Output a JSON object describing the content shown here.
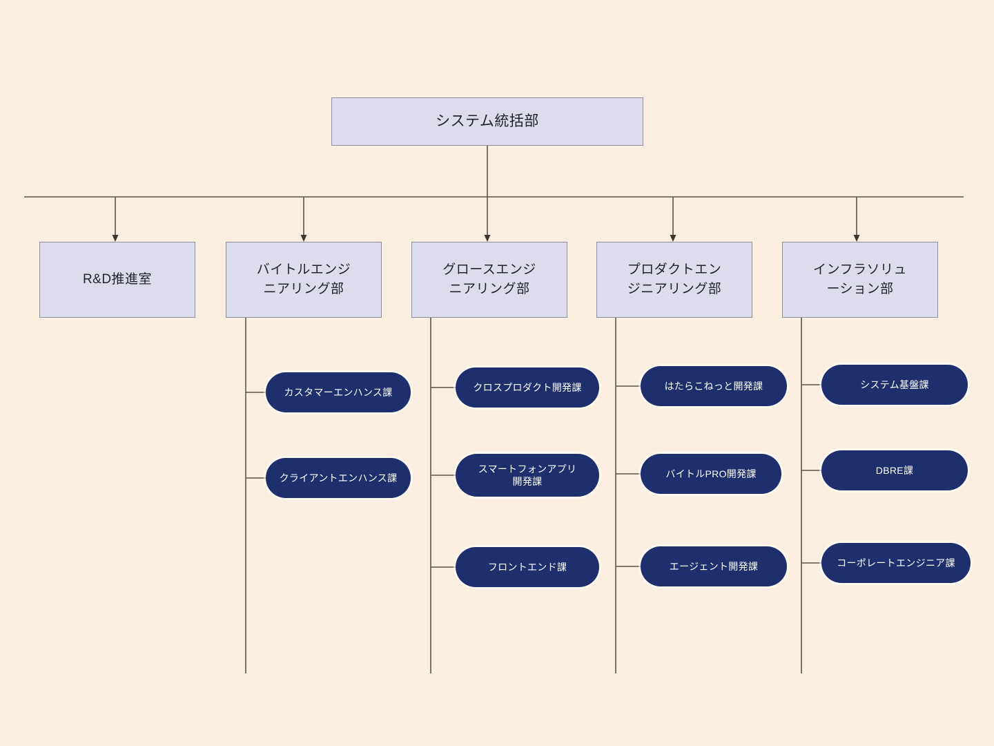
{
  "diagram": {
    "title_text": "システム統括部",
    "background_color": "#faefe0",
    "dept_fill_color": "#dcdcec",
    "dept_border_color": "#8e8e9e",
    "section_fill_color": "#1f2f6e",
    "section_text_color": "#ffffff",
    "connector_color": "#5a5245"
  },
  "root": {
    "label": "システム統括部"
  },
  "departments": [
    {
      "label": "R&D推進室"
    },
    {
      "label": "バイトルエンジ\nニアリング部"
    },
    {
      "label": "グロースエンジ\nニアリング部"
    },
    {
      "label": "プロダクトエン\nジニアリング部"
    },
    {
      "label": "インフラソリュ\nーション部"
    }
  ],
  "sections": {
    "baitoru_engineering": [
      {
        "label": "カスタマーエンハンス課"
      },
      {
        "label": "クライアントエンハンス課"
      }
    ],
    "growth_engineering": [
      {
        "label": "クロスプロダクト開発課"
      },
      {
        "label": "スマートフォンアプリ\n開発課"
      },
      {
        "label": "フロントエンド課"
      }
    ],
    "product_engineering": [
      {
        "label": "はたらこねっと開発課"
      },
      {
        "label": "バイトルPRO開発課"
      },
      {
        "label": "エージェント開発課"
      }
    ],
    "infra_solution": [
      {
        "label": "システム基盤課"
      },
      {
        "label": "DBRE課"
      },
      {
        "label": "コーポレートエンジニア課"
      }
    ]
  }
}
